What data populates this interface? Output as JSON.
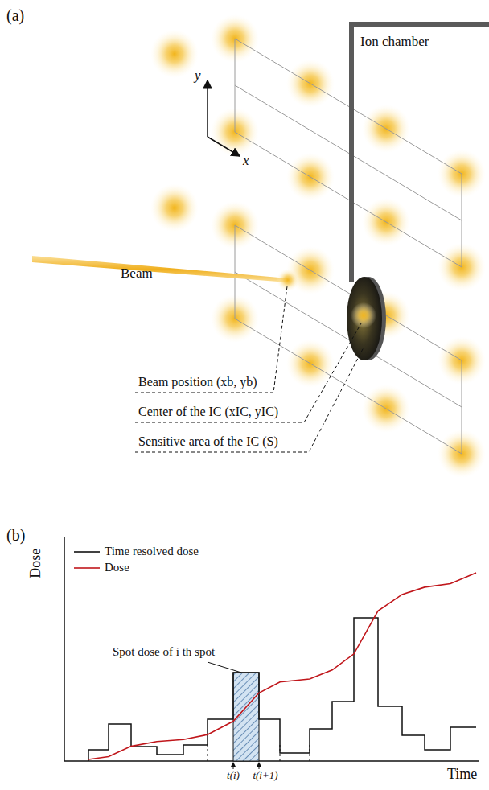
{
  "diagram": {
    "labels": [
      "(a)",
      "y",
      "x",
      "Ion chamber",
      "Beam",
      "Beam position (xb, yb)",
      "Center of the IC (xIC, yIC)",
      "Sensitive area of the IC (S)",
      "(b)",
      "Dose",
      "Time",
      "Spot dose of i th spot",
      "t(i)",
      "t(i+1)"
    ],
    "legend": [
      {
        "text": "Time resolved dose"
      },
      {
        "text": "Dose"
      }
    ]
  }
}
